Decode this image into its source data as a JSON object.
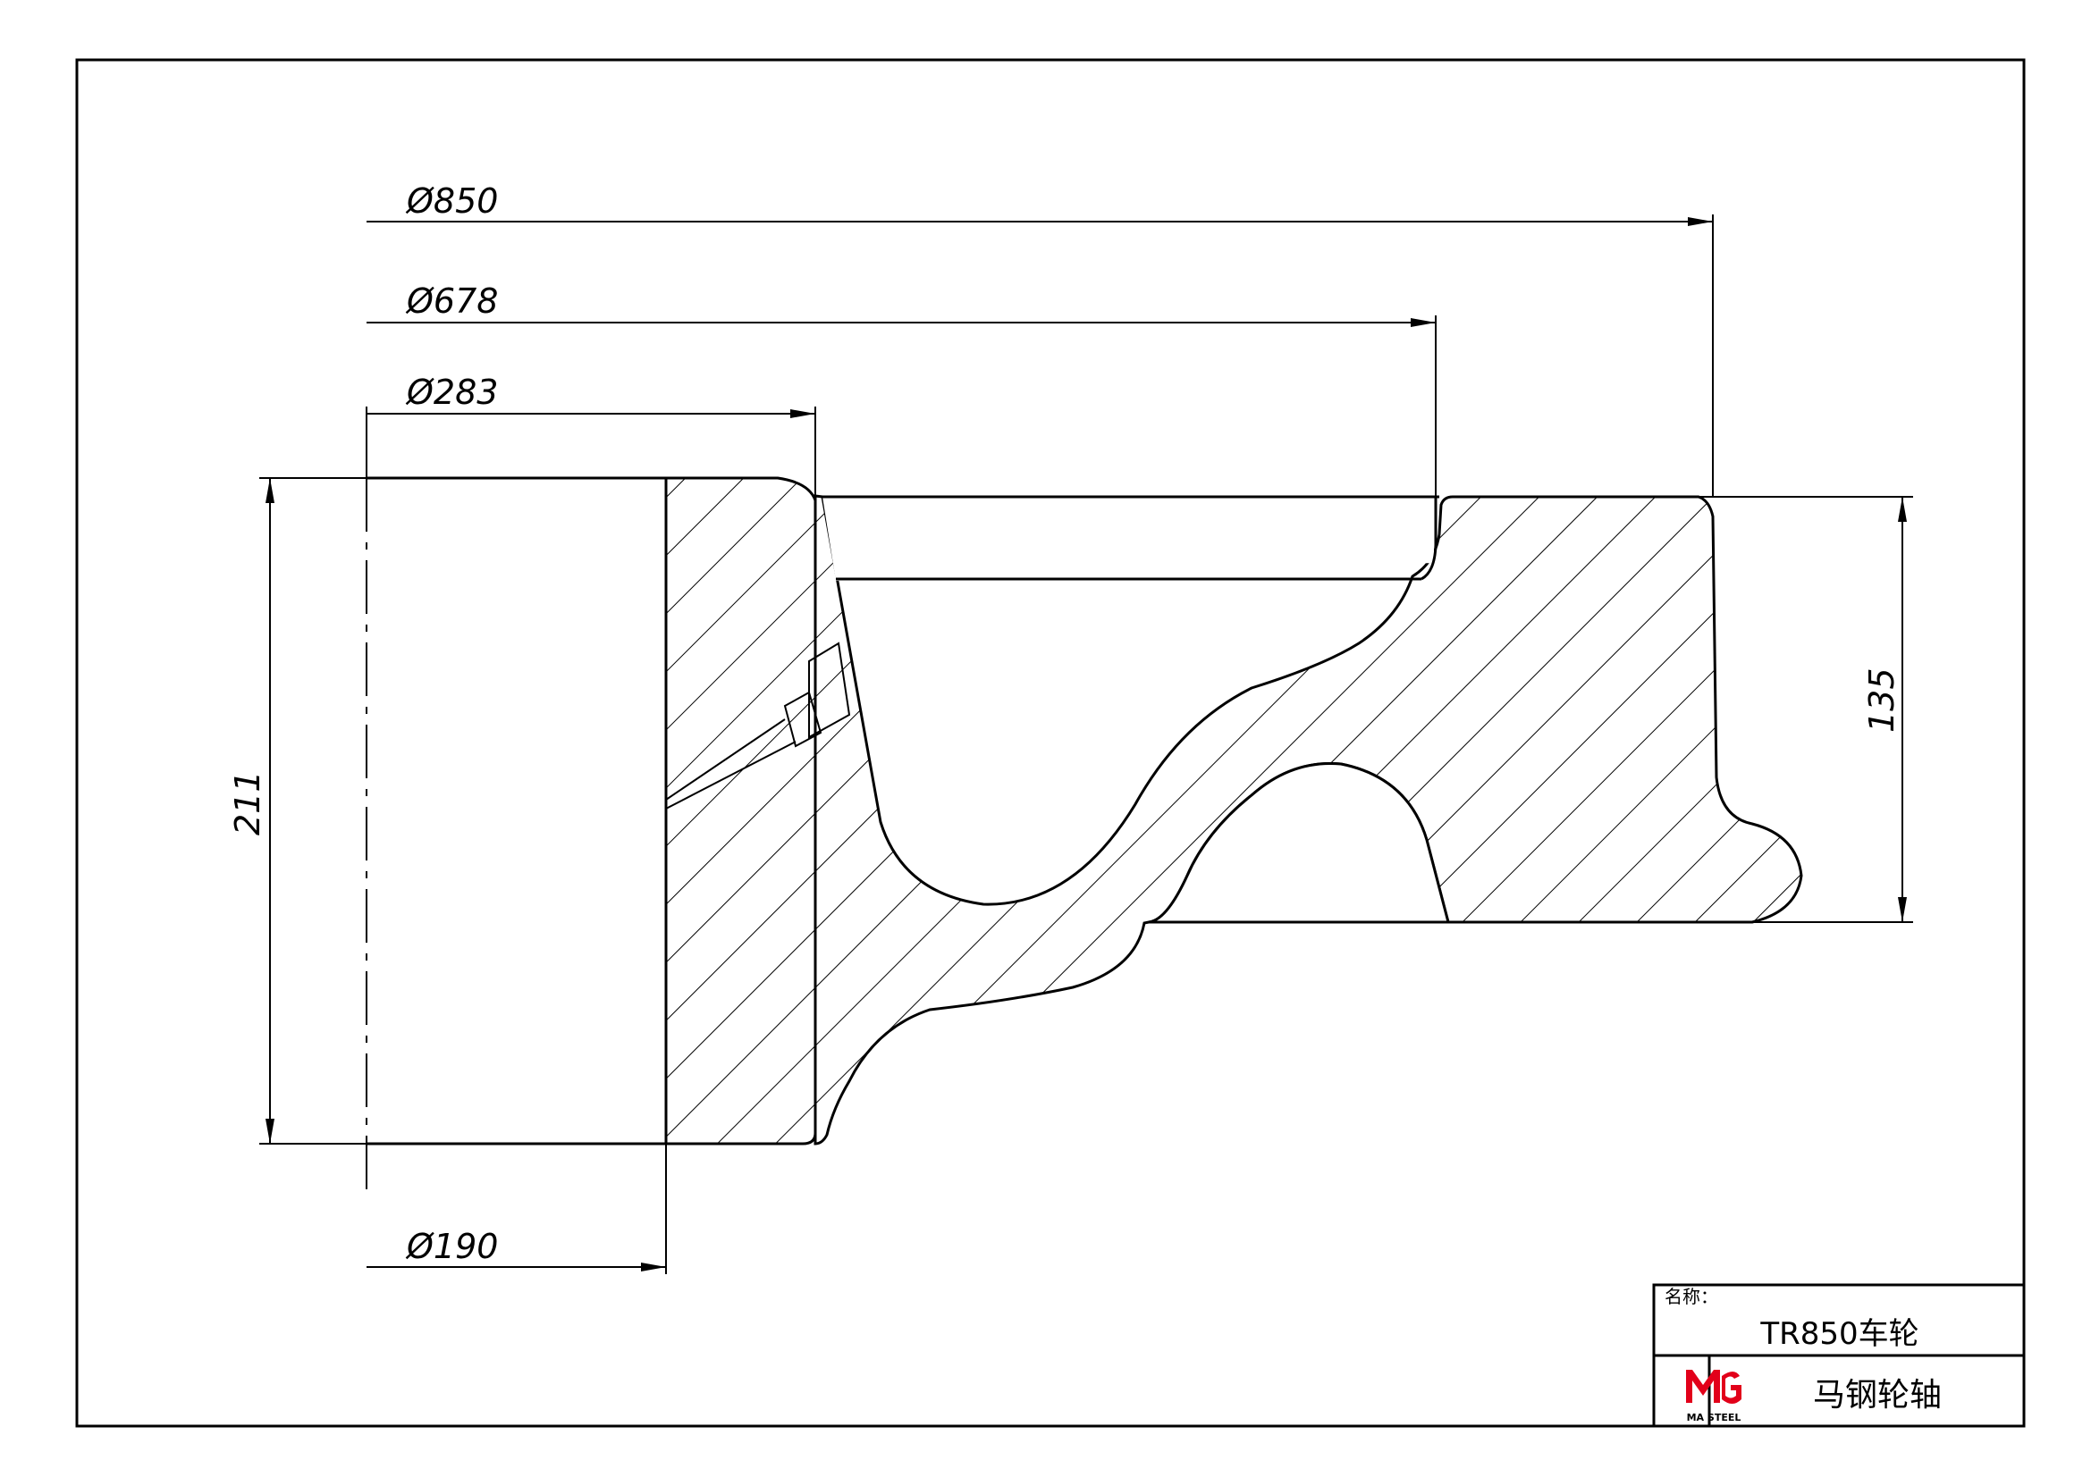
{
  "dimensions": {
    "d850": "Ø850",
    "d678": "Ø678",
    "d283": "Ø283",
    "d190": "Ø190",
    "h211": "211",
    "h135": "135"
  },
  "title_block": {
    "name_label": "名称：",
    "name_value": "TR850车轮",
    "company": "马钢轮轴",
    "logo_text": "MA STEEL",
    "logo_color": "#e2001a"
  }
}
